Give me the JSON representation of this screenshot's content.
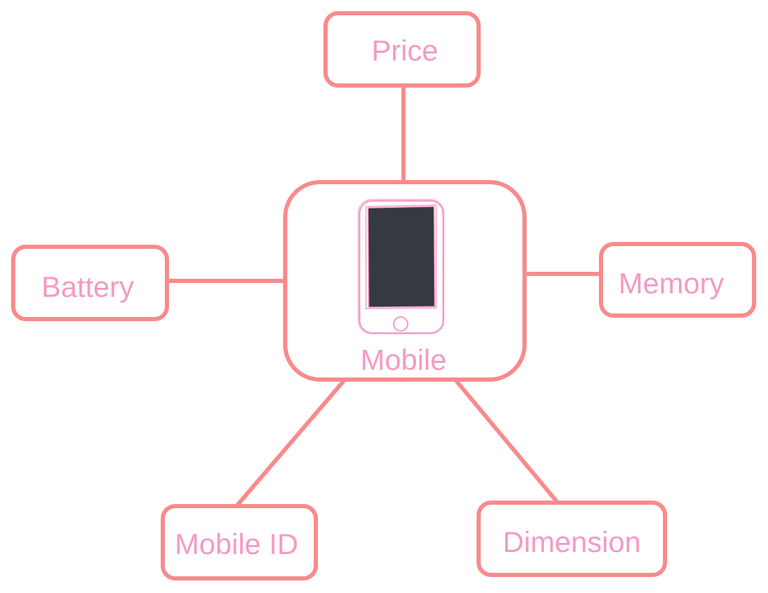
{
  "diagram": {
    "center": {
      "label": "Mobile",
      "icon": "mobile-phone-icon"
    },
    "nodes": {
      "price": "Price",
      "battery": "Battery",
      "memory": "Memory",
      "mobile_id": "Mobile ID",
      "dimension": "Dimension"
    }
  },
  "colors": {
    "border": "#f88b8b",
    "text": "#f59ac4",
    "phone_screen": "#343a40"
  }
}
